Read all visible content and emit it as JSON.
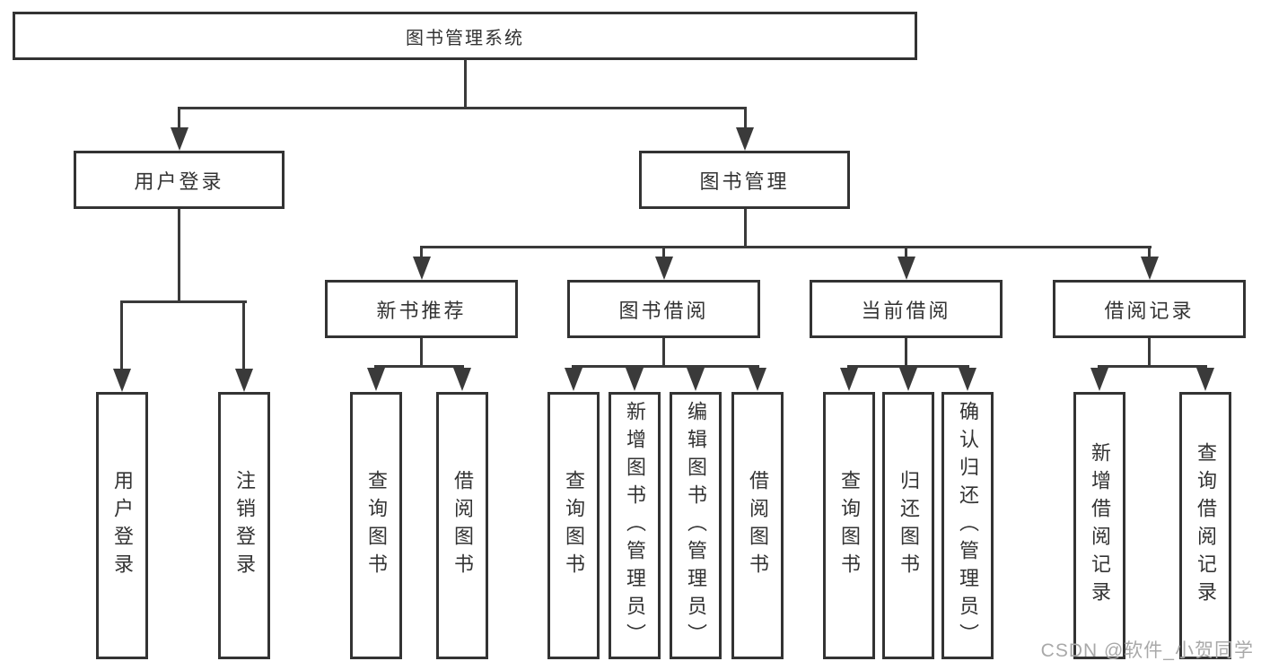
{
  "tree": {
    "root": "图书管理系统",
    "level2": [
      {
        "label": "用户登录",
        "children": [
          "用户登录",
          "注销登录"
        ]
      },
      {
        "label": "图书管理",
        "groups": [
          {
            "label": "新书推荐",
            "children": [
              "查询图书",
              "借阅图书"
            ]
          },
          {
            "label": "图书借阅",
            "children": [
              "查询图书",
              "新增图书（管理员）",
              "编辑图书（管理员）",
              "借阅图书"
            ]
          },
          {
            "label": "当前借阅",
            "children": [
              "查询图书",
              "归还图书",
              "确认归还（管理员）"
            ]
          },
          {
            "label": "借阅记录",
            "children": [
              "新增借阅记录",
              "查询借阅记录"
            ]
          }
        ]
      }
    ]
  },
  "watermark": {
    "text": "CSDN @软件_小贺同学"
  },
  "colors": {
    "line": "#3a3a3a",
    "border": "#333333",
    "text": "#333333",
    "watermark": "#a9a9a9",
    "background": "#ffffff"
  }
}
